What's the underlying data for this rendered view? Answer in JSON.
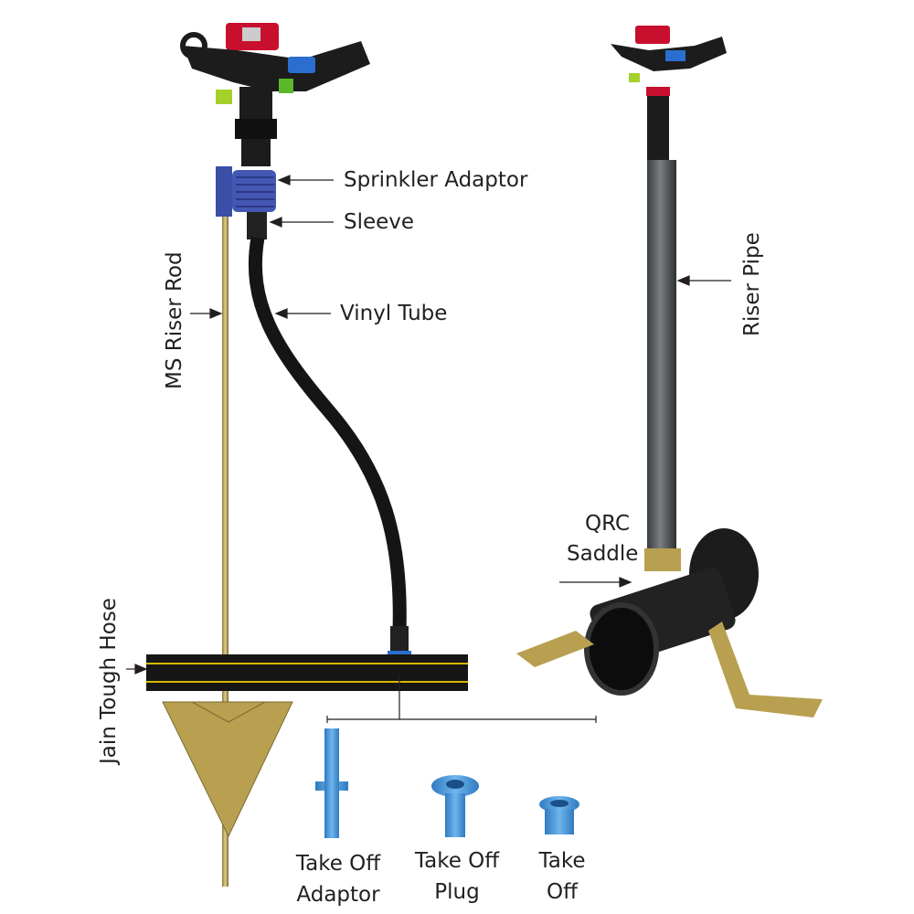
{
  "labels": {
    "sprinkler_adaptor": "Sprinkler Adaptor",
    "sleeve": "Sleeve",
    "vinyl_tube": "Vinyl Tube",
    "ms_riser_rod": "MS Riser Rod",
    "riser_pipe": "Riser Pipe",
    "qrc_saddle_line1": "QRC",
    "qrc_saddle_line2": "Saddle",
    "jain_tough_hose": "Jain Tough Hose"
  },
  "parts": [
    {
      "line1": "Take Off",
      "line2": "Adaptor"
    },
    {
      "line1": "Take Off",
      "line2": "Plug"
    },
    {
      "line1": "Take",
      "line2": "Off"
    }
  ],
  "colors": {
    "sprinkler_red": "#c8102e",
    "fitting_blue": "#3f8fd6",
    "adaptor_blue": "#3a4fa8",
    "hose_stripe": "#d8b900",
    "riser_gray": "#5a5e60",
    "brass": "#b8a050"
  }
}
